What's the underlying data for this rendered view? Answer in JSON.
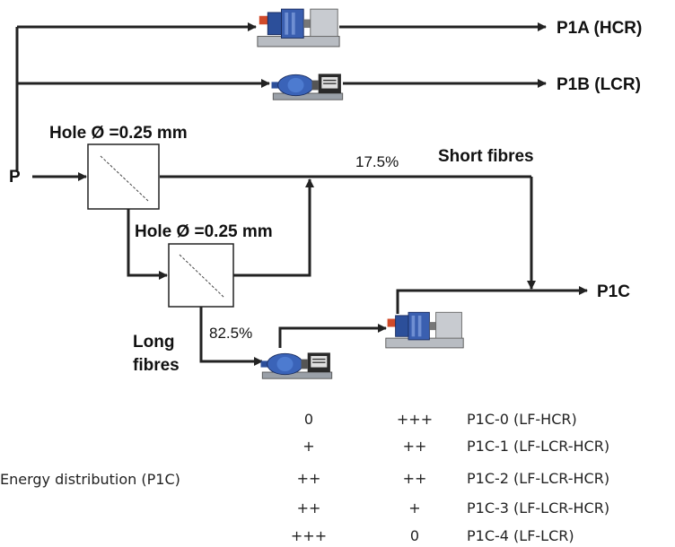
{
  "outputs": {
    "p1a": "P1A (HCR)",
    "p1b": "P1B (LCR)",
    "p1c": "P1C"
  },
  "input_label": "P",
  "screens": {
    "screen1_label": "Hole Ø =0.25 mm",
    "screen2_label": "Hole Ø =0.25 mm"
  },
  "fractions": {
    "short_pct": "17.5%",
    "short_label": "Short fibres",
    "long_pct": "82.5%",
    "long_label_line1": "Long",
    "long_label_line2": "fibres"
  },
  "energy": {
    "title": "Energy distribution (P1C)",
    "rows": [
      {
        "lcr": "0",
        "hcr": "+++",
        "name": "P1C-0 (LF-HCR)"
      },
      {
        "lcr": "+",
        "hcr": "++",
        "name": "P1C-1 (LF-LCR-HCR)"
      },
      {
        "lcr": "++",
        "hcr": "++",
        "name": "P1C-2 (LF-LCR-HCR)"
      },
      {
        "lcr": "++",
        "hcr": "+",
        "name": "P1C-3 (LF-LCR-HCR)"
      },
      {
        "lcr": "+++",
        "hcr": "0",
        "name": "P1C-4 (LF-LCR)"
      }
    ]
  },
  "icons": {
    "hcr_refiner": "hcr-refiner-icon",
    "lcr_refiner": "lcr-refiner-icon"
  }
}
